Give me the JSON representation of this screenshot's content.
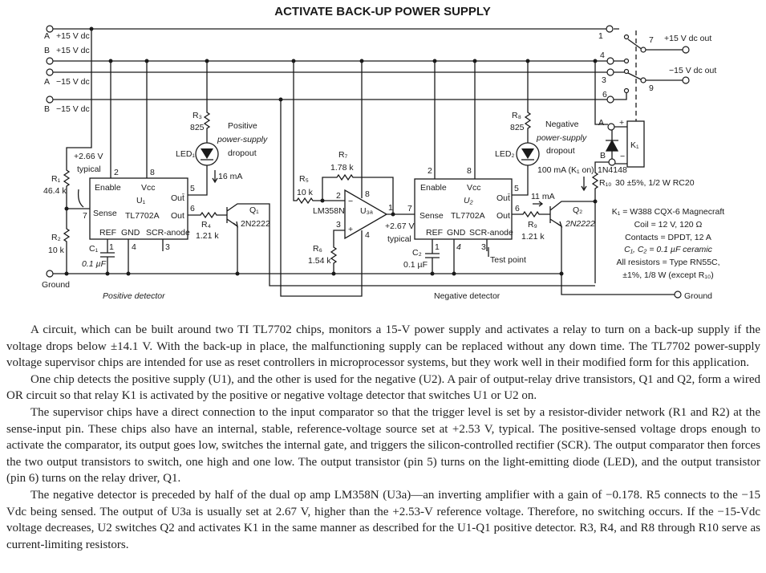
{
  "title": "ACTIVATE BACK-UP POWER SUPPLY",
  "schematic": {
    "inputs": [
      {
        "letter": "A",
        "label": "+15 V dc"
      },
      {
        "letter": "B",
        "label": "+15 V dc"
      },
      {
        "letter": "A",
        "label": "−15 V dc"
      },
      {
        "letter": "B",
        "label": "−15 V dc"
      }
    ],
    "ground_in": "Ground",
    "ground_out": "Ground",
    "positive_detector": "Positive detector",
    "negative_detector": "Negative detector",
    "r1": {
      "name": "R₁",
      "value": "46.4 k"
    },
    "r2": {
      "name": "R₂",
      "value": "10 k"
    },
    "r3": {
      "name": "R₃",
      "value": "825"
    },
    "r4": {
      "name": "R₄",
      "value": "1.21 k"
    },
    "r5": {
      "name": "R₅",
      "value": "10 k"
    },
    "r6": {
      "name": "R₆",
      "value": "1.54 k"
    },
    "r7": {
      "name": "R₇",
      "value": "1.78 k"
    },
    "r8": {
      "name": "R₈",
      "value": "825"
    },
    "r9": {
      "name": "R₉",
      "value": "1.21 k"
    },
    "r10": {
      "name": "R₁₀",
      "value": "30 ±5%, 1/2 W RC20"
    },
    "c1": {
      "name": "C₁",
      "value": "0.1 µF"
    },
    "c2": {
      "name": "C₂",
      "value": "0.1 µF"
    },
    "sense_v1": {
      "value": "+2.66 V",
      "note": "typical"
    },
    "sense_v2": {
      "value": "+2.67 V",
      "note": "typical"
    },
    "led1": {
      "name": "LED₁",
      "l1": "Positive",
      "l2": "power-supply",
      "l3": "dropout",
      "current": "16 mA"
    },
    "led2": {
      "name": "LED₂",
      "l1": "Negative",
      "l2": "power-supply",
      "l3": "dropout",
      "current": "100 mA (K₁ on)"
    },
    "q1": {
      "name": "Q₁",
      "part": "2N2222"
    },
    "q2": {
      "name": "Q₂",
      "part": "2N2222",
      "current": "11 mA"
    },
    "u1": {
      "enable": "Enable",
      "vcc": "Vcc",
      "name": "U₁",
      "part": "TL7702A",
      "outbar": "Out̄",
      "out": "Out",
      "sense": "Sense",
      "ref": "REF",
      "gnd": "GND",
      "scr": "SCR-anode",
      "p2": "2",
      "p8": "8",
      "p5": "5",
      "p6": "6",
      "p7": "7",
      "p1": "1",
      "p4": "4",
      "p3": "3"
    },
    "u2": {
      "enable": "Enable",
      "vcc": "Vcc",
      "name": "U₂",
      "part": "TL7702A",
      "outbar": "Out̄",
      "out": "Out",
      "sense": "Sense",
      "ref": "REF",
      "gnd": "GND",
      "scr": "SCR-anode",
      "p2": "2",
      "p8": "8",
      "p5": "5",
      "p6": "6",
      "p7": "7",
      "p1": "1",
      "p4": "4",
      "p3": "3",
      "test_point": "Test point"
    },
    "u3": {
      "name": "U₃ₐ",
      "part": "LM358N",
      "p2": "2",
      "p8": "8",
      "p3": "3",
      "p4": "4",
      "p1": "1",
      "minus": "−",
      "plus": "+"
    },
    "relay": {
      "t1": "1",
      "t4": "4",
      "t3": "3",
      "t6": "6",
      "t7": "7",
      "t9": "9",
      "out_pos": "+15 V dc out",
      "out_neg": "−15 V dc out",
      "a": "A",
      "b": "B",
      "plus": "+",
      "minus": "−",
      "name": "K₁",
      "diode": "1N4148"
    },
    "notes": [
      "K₁ = W388 CQX-6 Magnecraft",
      "Coil = 12 V, 120 Ω",
      "Contacts = DPDT, 12 A",
      "C₁, C₂ = 0.1 µF ceramic",
      "All resistors = Type RN55C,",
      "±1%, 1/8 W (except R₁₀)"
    ]
  },
  "article": {
    "paragraphs": [
      "A circuit, which can be built around two TI TL7702 chips, monitors a 15-V power supply and activates a relay to turn on a back-up supply if the voltage drops below ±14.1 V. With the back-up in place, the malfunctioning supply can be replaced without any down time. The TL7702 power-supply voltage supervisor chips are intended for use as reset controllers in microprocessor systems, but they work well in their modified form for this application.",
      "One chip detects the positive supply (U1), and the other is used for the negative (U2). A pair of output-relay drive transistors, Q1 and Q2, form a wired OR circuit so that relay K1 is activated by the positive or negative voltage detector that switches U1 or U2 on.",
      "The supervisor chips have a direct connection to the input comparator so that the trigger level is set by a resistor-divider network (R1 and R2) at the sense-input pin. These chips also have an internal, stable, reference-voltage source set at +2.53 V, typical. The positive-sensed voltage drops enough to activate the comparator, its output goes low, switches the internal gate, and triggers the silicon-controlled rectifier (SCR). The output comparator then forces the two output transistors to switch, one high and one low. The output transistor (pin 5) turns on the light-emitting diode (LED), and the output transistor (pin 6) turns on the relay driver, Q1.",
      "The negative detector is preceded by half of the dual op amp LM358N (U3a)—an inverting amplifier with a gain of −0.178. R5 connects to the −15 Vdc being sensed. The output of U3a is usually set at 2.67 V, higher than the +2.53-V reference voltage. Therefore, no switching occurs. If the −15-Vdc voltage decreases, U2 switches Q2 and activates K1 in the same manner as described for the U1-Q1 positive detector. R3, R4, and R8 through R10 serve as current-limiting resistors."
    ]
  }
}
